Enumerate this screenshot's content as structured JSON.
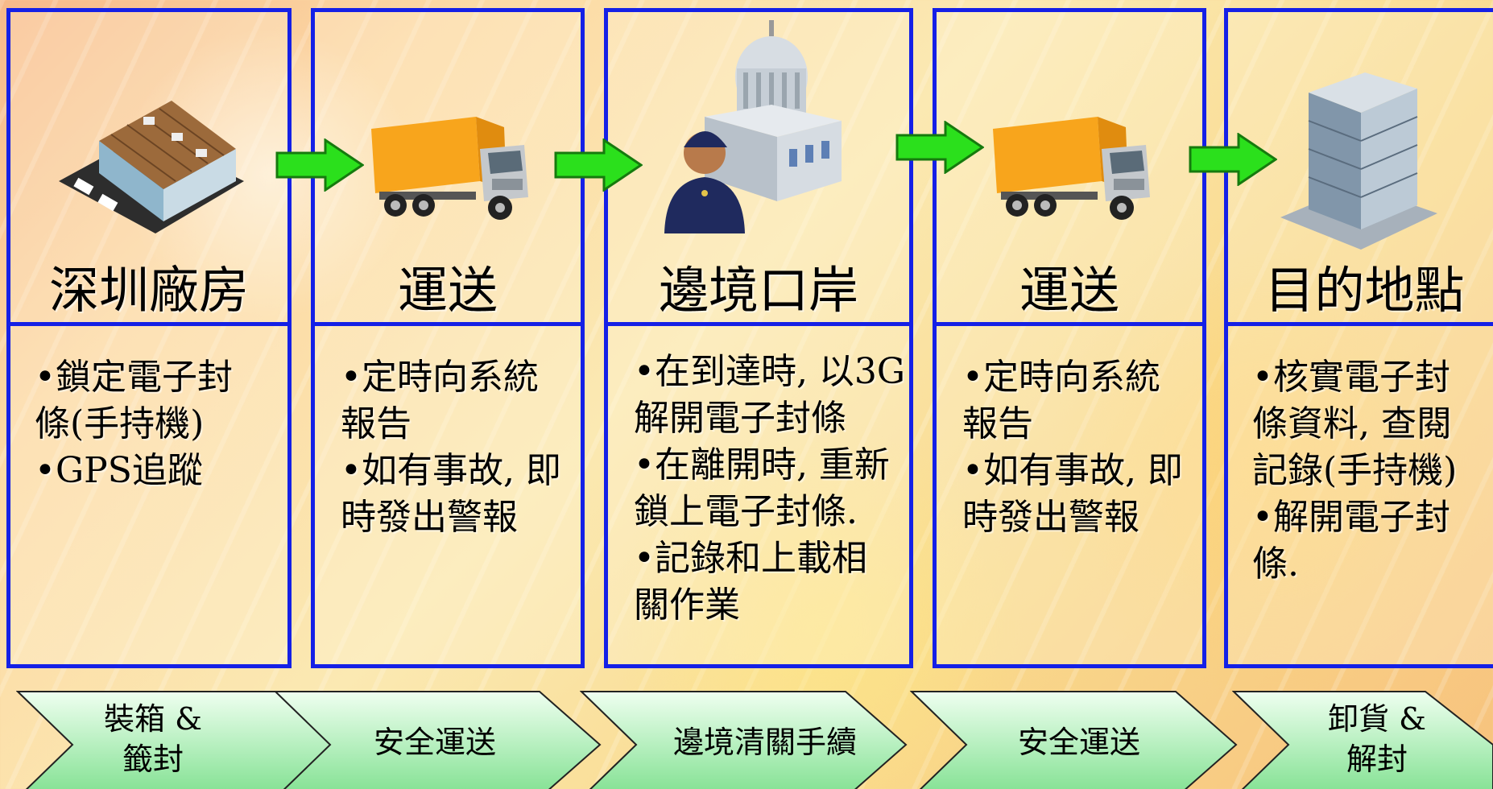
{
  "stages": [
    {
      "title": "深圳廠房",
      "icon": "warehouse-icon",
      "bullets": [
        "•鎖定電子封",
        "條(手持機)",
        "•GPS追蹤"
      ]
    },
    {
      "title": "運送",
      "icon": "truck-icon",
      "bullets": [
        "•定時向系統",
        "報告",
        "•如有事故, 即",
        "時發出警報"
      ]
    },
    {
      "title": "邊境口岸",
      "icon": "customs-building-icon",
      "bullets": [
        "•在到達時, 以3G",
        "解開電子封條",
        "•在離開時, 重新",
        "鎖上電子封條.",
        "•記錄和上載相",
        "關作業"
      ]
    },
    {
      "title": "運送",
      "icon": "truck-icon",
      "bullets": [
        "•定時向系統",
        "報告",
        "•如有事故, 即",
        "時發出警報"
      ]
    },
    {
      "title": "目的地點",
      "icon": "office-building-icon",
      "bullets": [
        "•核實電子封",
        "條資料, 查閱",
        "記錄(手持機)",
        "•解開電子封",
        "條."
      ]
    }
  ],
  "process": [
    {
      "line1": "裝箱 &",
      "line2": "籤封"
    },
    {
      "line1": "安全運送",
      "line2": ""
    },
    {
      "line1": "邊境清關手續",
      "line2": ""
    },
    {
      "line1": "安全運送",
      "line2": ""
    },
    {
      "line1": "卸貨 &",
      "line2": "解封"
    }
  ],
  "colors": {
    "border": "#1520e6",
    "arrow": "#2be01c",
    "chevron": "#aef0b8"
  }
}
